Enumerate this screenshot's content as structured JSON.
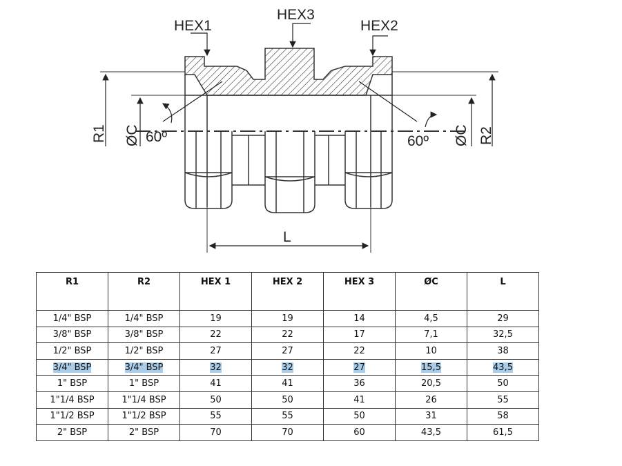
{
  "diagram": {
    "labels": {
      "hex1": "HEX1",
      "hex2": "HEX2",
      "hex3": "HEX3",
      "r1": "R1",
      "r2": "R2",
      "dia_left": "ØC",
      "dia_right": "ØC",
      "angle_left": "60º",
      "angle_right": "60º",
      "length": "L"
    }
  },
  "table": {
    "headers": [
      "R1",
      "R2",
      "HEX 1",
      "HEX 2",
      "HEX 3",
      "ØC",
      "L"
    ],
    "rows": [
      [
        "1/4\" BSP",
        "1/4\" BSP",
        "19",
        "19",
        "14",
        "4,5",
        "29"
      ],
      [
        "3/8\" BSP",
        "3/8\" BSP",
        "22",
        "22",
        "17",
        "7,1",
        "32,5"
      ],
      [
        "1/2\" BSP",
        "1/2\" BSP",
        "27",
        "27",
        "22",
        "10",
        "38"
      ],
      [
        "3/4\" BSP",
        "3/4\" BSP",
        "32",
        "32",
        "27",
        "15,5",
        "43,5"
      ],
      [
        "1\" BSP",
        "1\" BSP",
        "41",
        "41",
        "36",
        "20,5",
        "50"
      ],
      [
        "1\"1/4 BSP",
        "1\"1/4 BSP",
        "50",
        "50",
        "41",
        "26",
        "55"
      ],
      [
        "1\"1/2 BSP",
        "1\"1/2 BSP",
        "55",
        "55",
        "50",
        "31",
        "58"
      ],
      [
        "2\" BSP",
        "2\" BSP",
        "70",
        "70",
        "60",
        "43,5",
        "61,5"
      ]
    ],
    "highlighted_row": 3,
    "highlight_color": "#a9cde8"
  }
}
